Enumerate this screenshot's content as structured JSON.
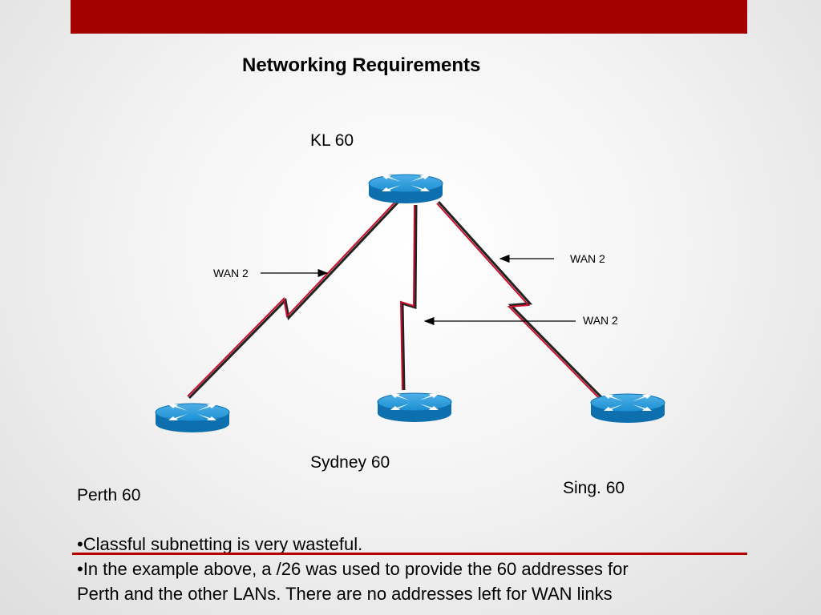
{
  "slide": {
    "title": "Networking Requirements"
  },
  "nodes": {
    "kl": "KL 60",
    "perth": "Perth 60",
    "sydney": "Sydney 60",
    "sing": "Sing. 60"
  },
  "links": {
    "wan_left": "WAN 2",
    "wan_right_top": "WAN 2",
    "wan_right_mid": "WAN 2"
  },
  "bullets": [
    "•Classful subnetting is very wasteful.",
    "•In the example above, a /26 was used to  provide the 60 addresses for",
    "Perth and the other LANs. There  are no addresses left for WAN links"
  ],
  "colors": {
    "accent": "#a50000",
    "router": "#1b8fd2",
    "link": "#c8102e"
  },
  "icons": {
    "router": "router-icon"
  }
}
